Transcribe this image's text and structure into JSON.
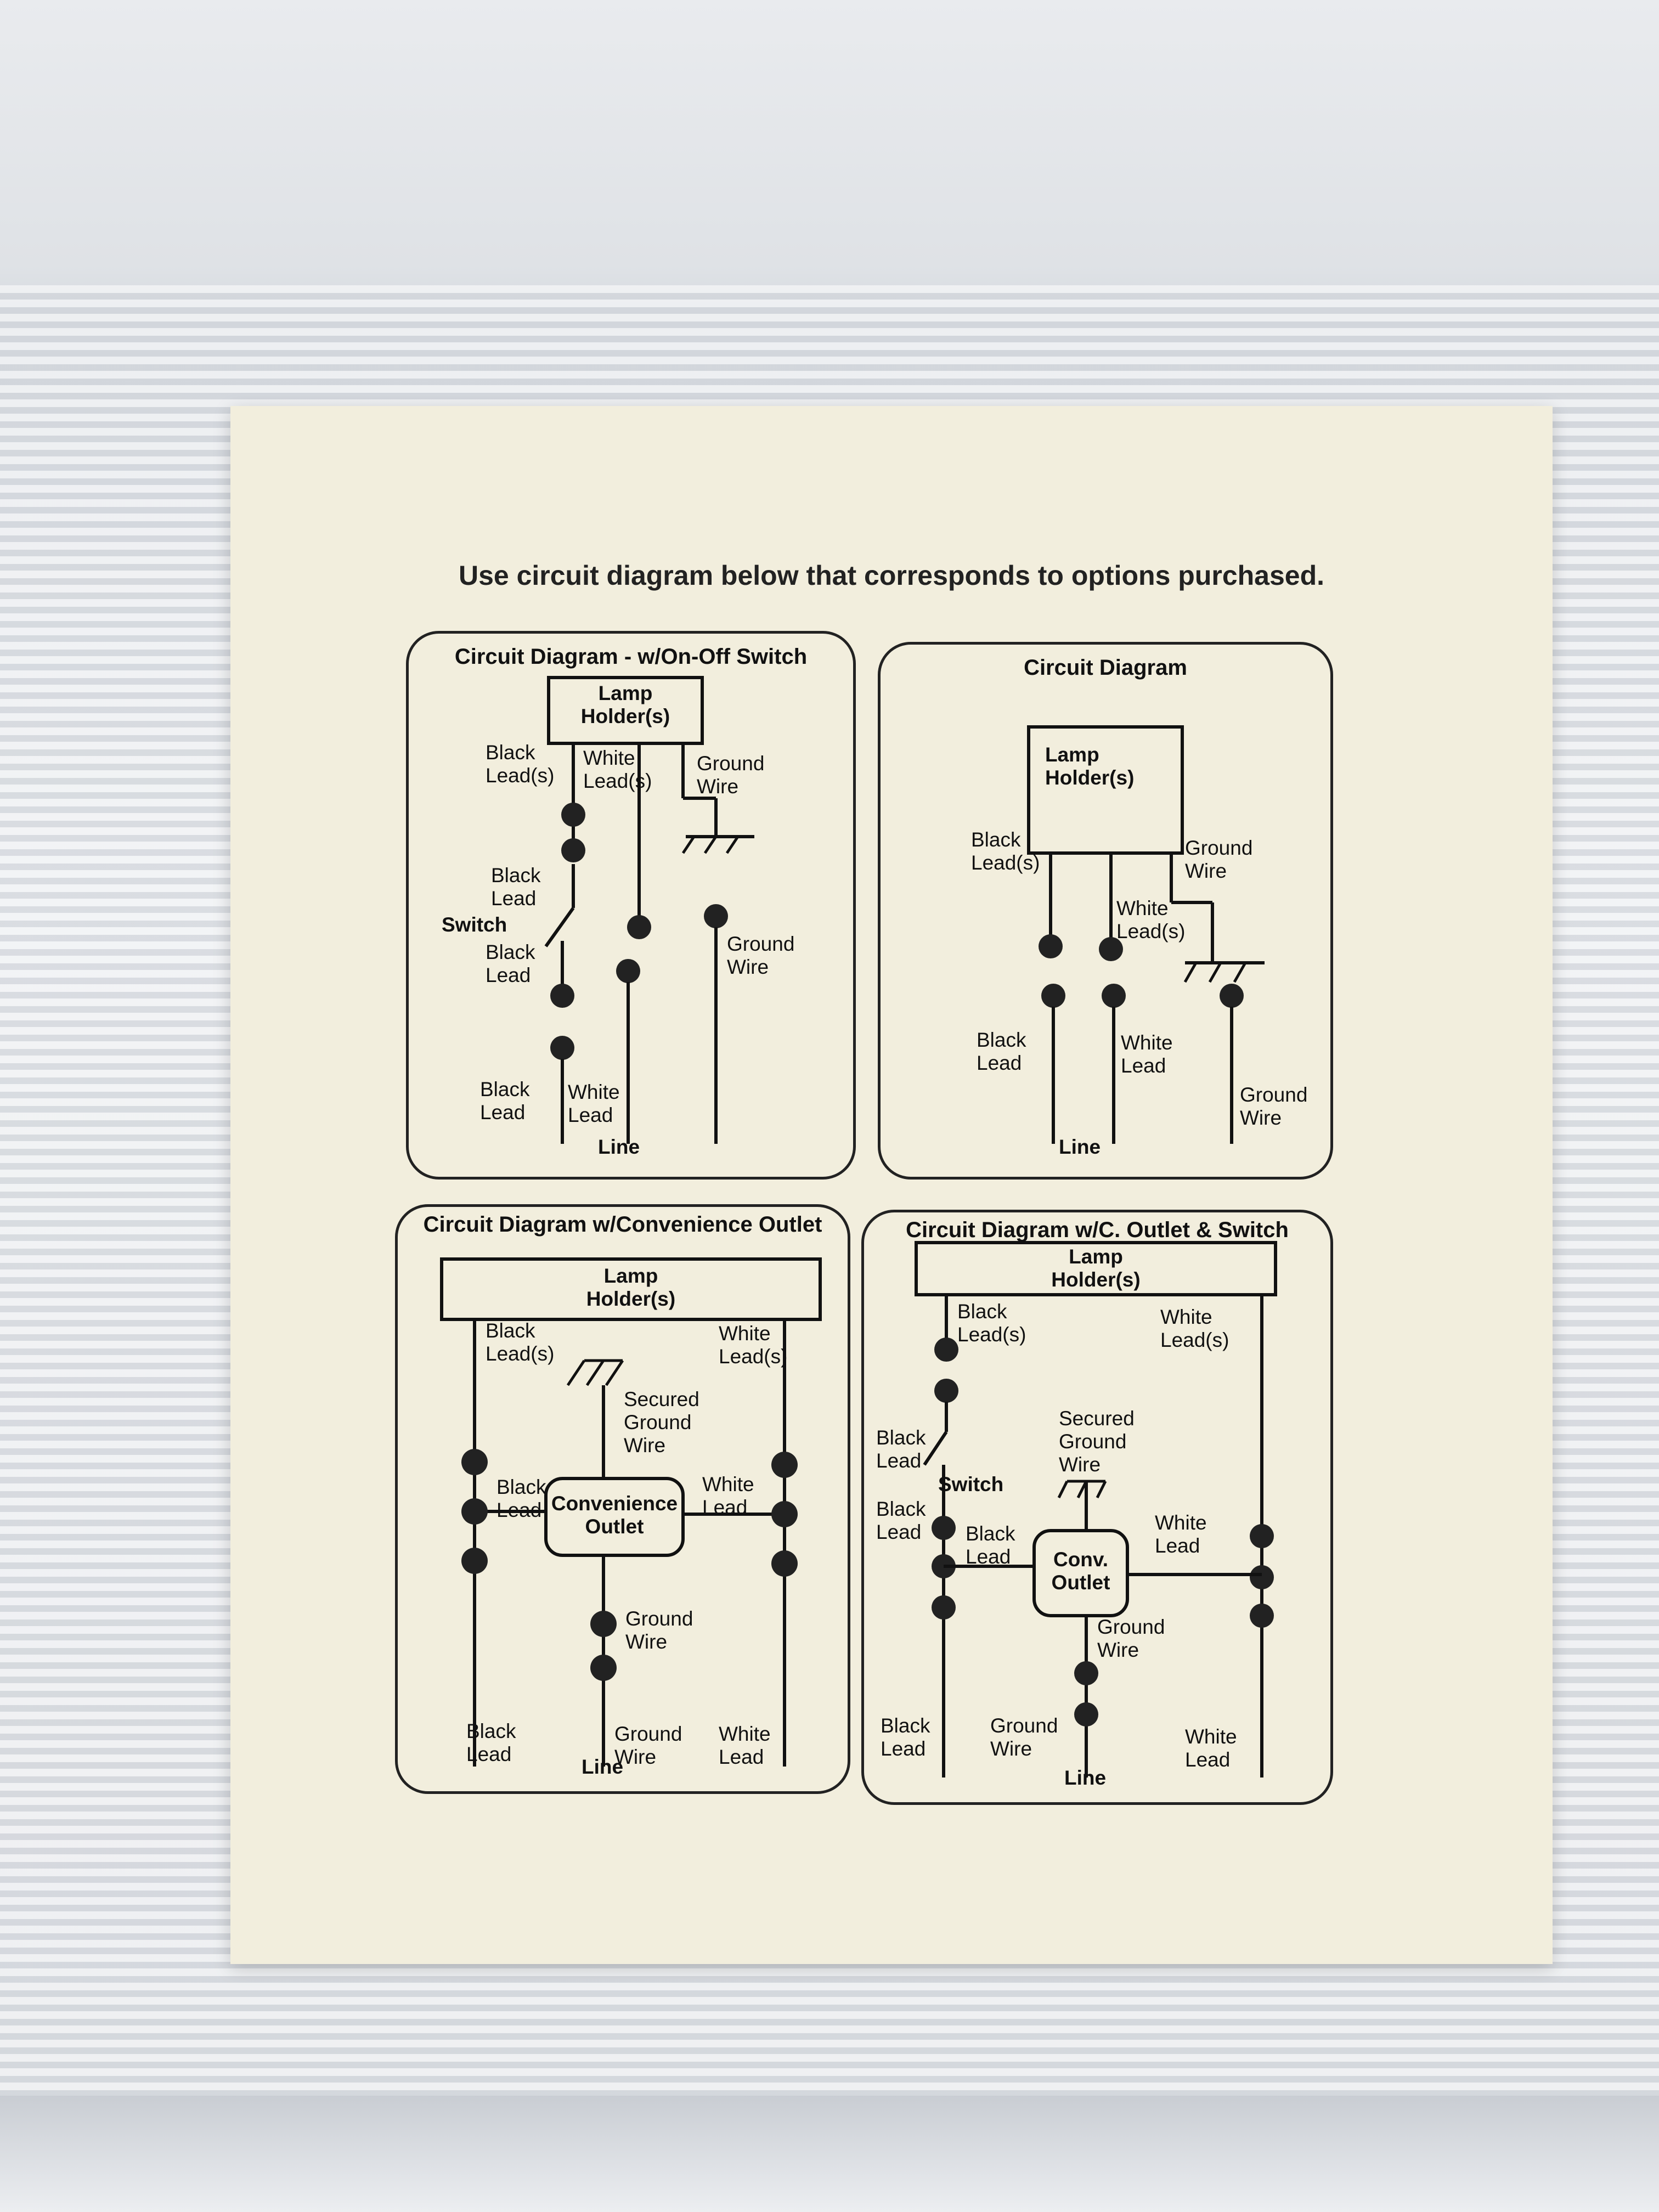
{
  "heading": "Use circuit diagram below that corresponds to options purchased.",
  "diagrams": {
    "d1": {
      "title": "Circuit Diagram - w/On-Off Switch",
      "lamp": "Lamp\nHolder(s)",
      "black_leads": "Black\nLead(s)",
      "white_leads": "White\nLead(s)",
      "ground_wire_top": "Ground\nWire",
      "black_lead_1": "Black\nLead",
      "switch": "Switch",
      "black_lead_2": "Black\nLead",
      "ground_wire_mid": "Ground\nWire",
      "black_lead_bottom": "Black\nLead",
      "white_lead_bottom": "White\nLead",
      "line": "Line"
    },
    "d2": {
      "title": "Circuit Diagram",
      "lamp": "Lamp\nHolder(s)",
      "black_leads": "Black\nLead(s)",
      "ground_wire_top": "Ground\nWire",
      "white_leads": "White\nLead(s)",
      "black_lead": "Black\nLead",
      "white_lead": "White\nLead",
      "ground_wire_bottom": "Ground\nWire",
      "line": "Line"
    },
    "d3": {
      "title": "Circuit Diagram w/Convenience Outlet",
      "lamp": "Lamp\nHolder(s)",
      "black_leads": "Black\nLead(s)",
      "white_leads": "White\nLead(s)",
      "secured_ground": "Secured\nGround\nWire",
      "black_lead_mid": "Black\nLead",
      "white_lead_mid": "White\nLead",
      "outlet": "Convenience\nOutlet",
      "ground_wire_mid": "Ground\nWire",
      "black_lead_bottom": "Black\nLead",
      "ground_wire_bottom": "Ground\nWire",
      "white_lead_bottom": "White\nLead",
      "line": "Line"
    },
    "d4": {
      "title": "Circuit Diagram w/C. Outlet & Switch",
      "lamp": "Lamp\nHolder(s)",
      "black_leads": "Black\nLead(s)",
      "white_leads": "White\nLead(s)",
      "secured_ground": "Secured\nGround\nWire",
      "black_lead_1": "Black\nLead",
      "switch": "Switch",
      "black_lead_2": "Black\nLead",
      "black_lead_3": "Black\nLead",
      "outlet": "Conv.\nOutlet",
      "white_lead_mid": "White\nLead",
      "ground_wire_mid": "Ground\nWire",
      "black_lead_bottom": "Black\nLead",
      "ground_wire_bottom": "Ground\nWire",
      "white_lead_bottom": "White\nLead",
      "line": "Line"
    }
  },
  "colors": {
    "paper": "#f2eedd",
    "ink": "#111111"
  }
}
